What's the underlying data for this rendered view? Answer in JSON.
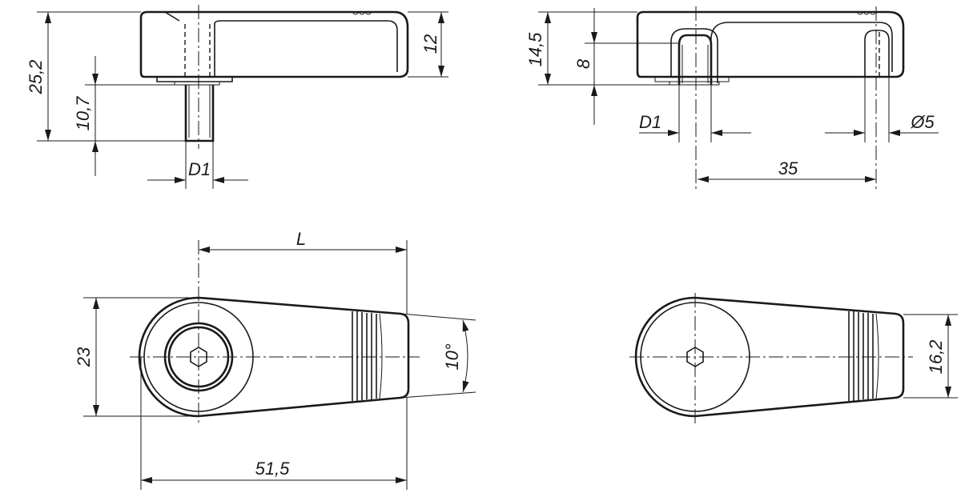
{
  "dimensions": {
    "side_height_total": "25,2",
    "side_thread_length": "10,7",
    "side_thread_dia": "D1",
    "side_lever_height": "12",
    "side2_height": "14,5",
    "side2_insert_depth": "8",
    "side2_thread_dia": "D1",
    "side2_pin_dia": "Ø5",
    "side2_hole_spacing": "35",
    "top_length": "L",
    "top_width": "23",
    "top_angle": "10°",
    "top_total_length": "51,5",
    "top2_tip_width": "16,2"
  }
}
